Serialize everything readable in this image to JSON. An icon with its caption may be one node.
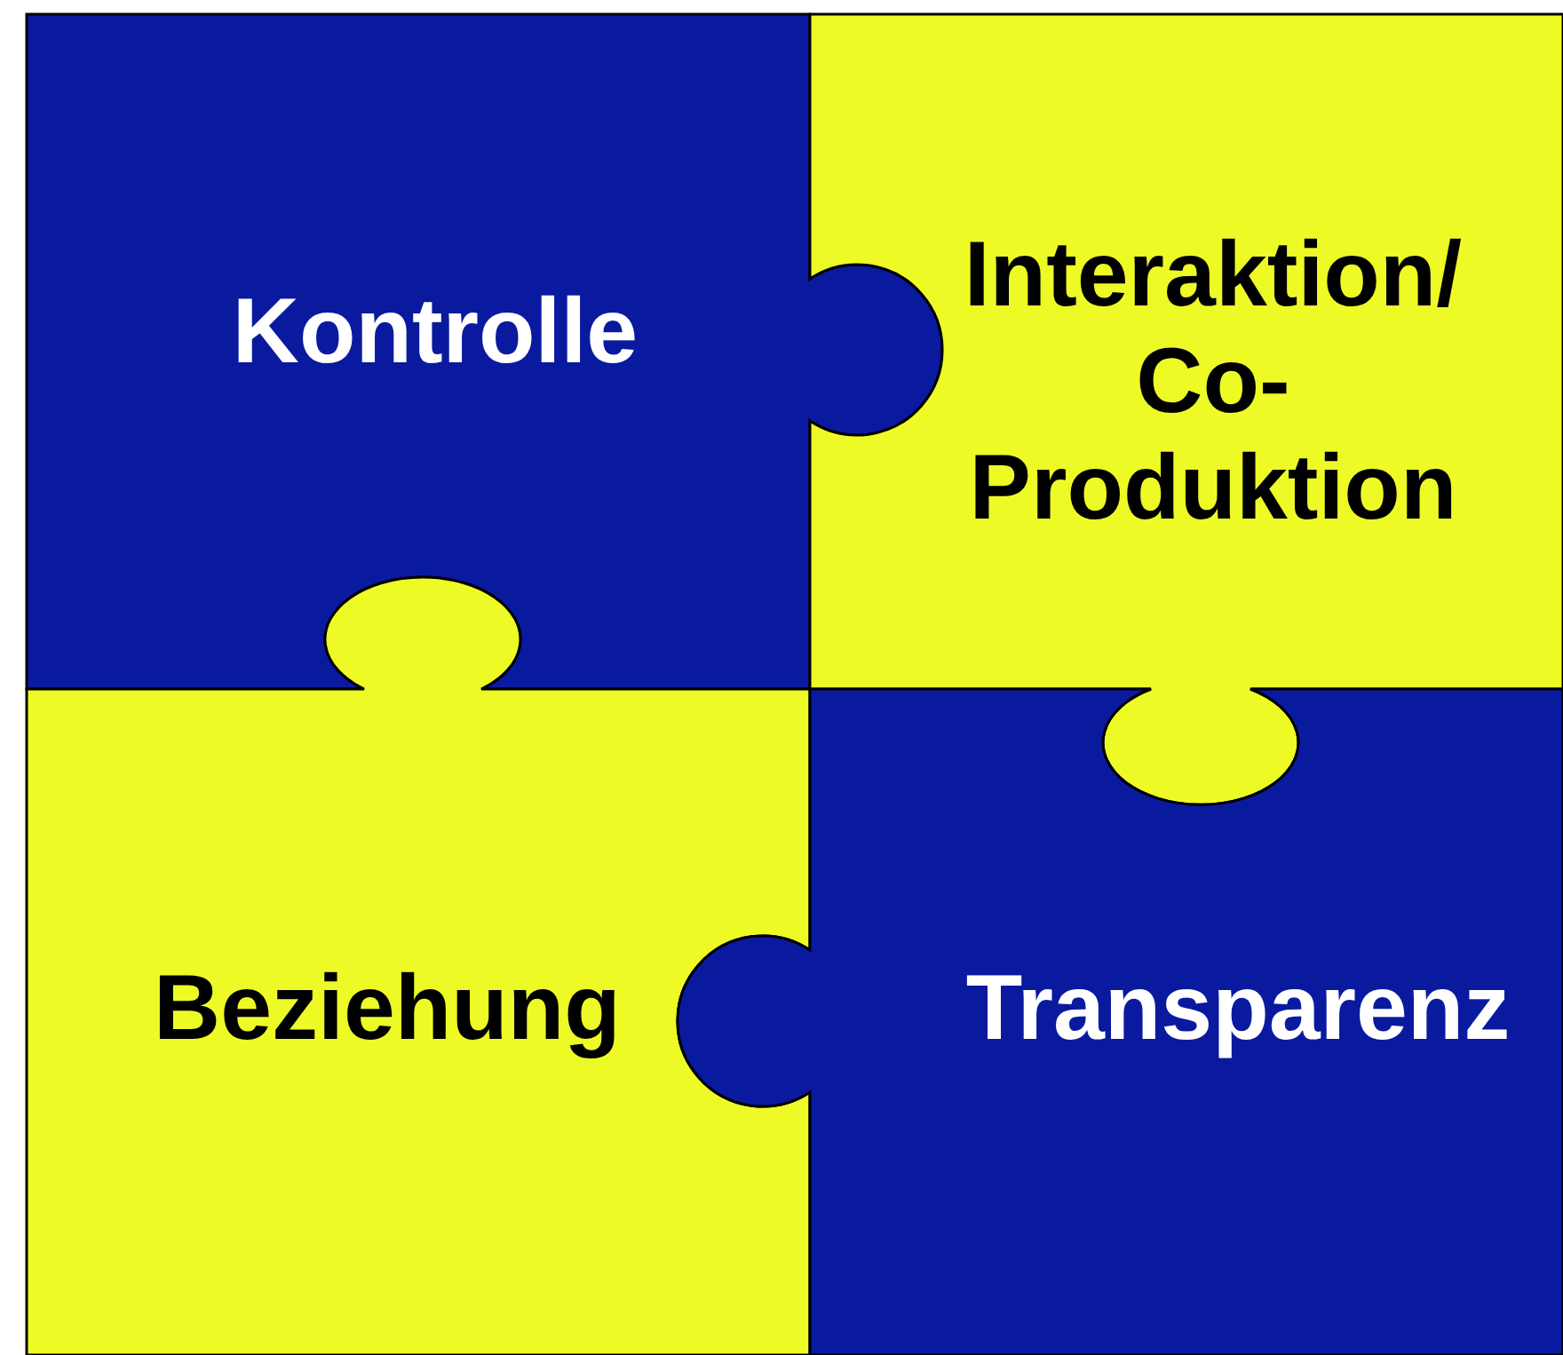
{
  "diagram": {
    "nodes": [
      {
        "text": [
          "Kontrolle"
        ]
      },
      {
        "text": [
          "Interaktion/ Co- Produktion"
        ]
      },
      {
        "text": [
          "Beziehung"
        ]
      },
      {
        "text": [
          "Transparenz"
        ]
      }
    ]
  }
}
